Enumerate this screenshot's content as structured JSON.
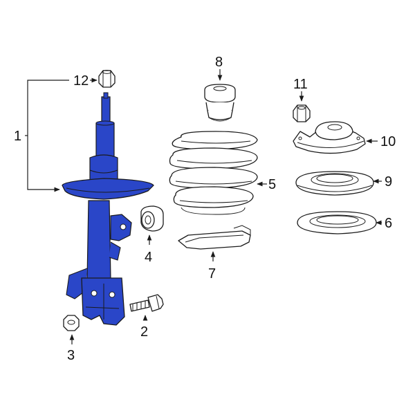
{
  "colors": {
    "highlight": "#2a46c8",
    "highlight_dark": "#1b2f8f",
    "line": "#1a1a1a"
  },
  "callouts": {
    "c1": "1",
    "c2": "2",
    "c3": "3",
    "c4": "4",
    "c5": "5",
    "c6": "6",
    "c7": "7",
    "c8": "8",
    "c9": "9",
    "c10": "10",
    "c11": "11",
    "c12": "12"
  }
}
